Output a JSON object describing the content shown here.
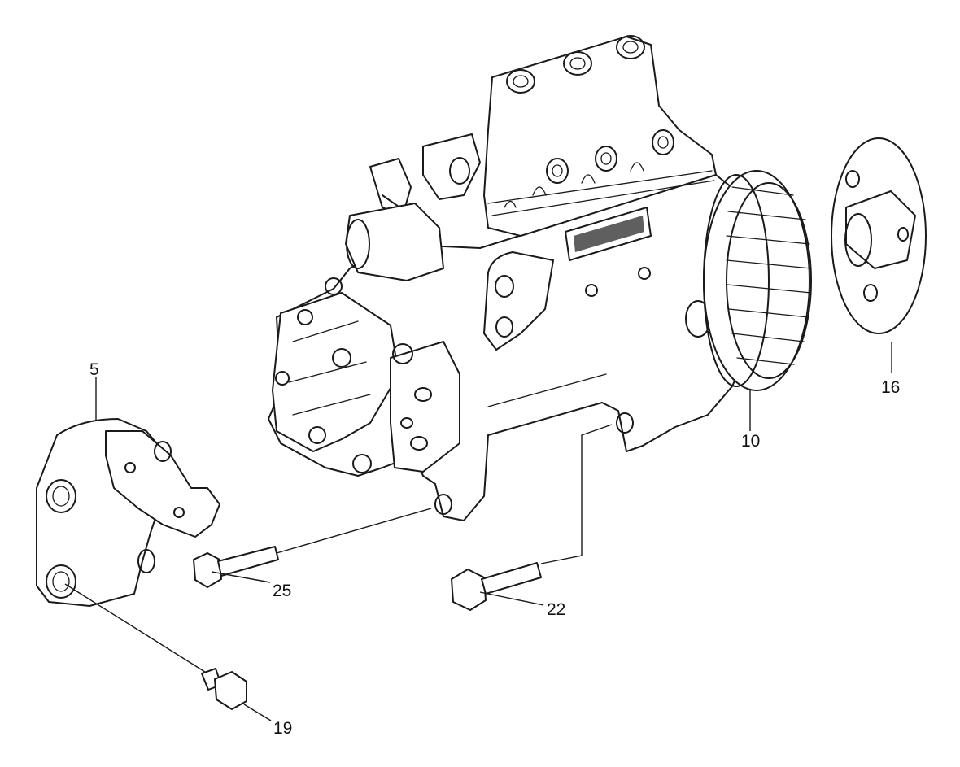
{
  "callouts": {
    "bracket": "5",
    "gear": "10",
    "hub": "16",
    "bolt_lower": "19",
    "bolt_long_right": "22",
    "bolt_long_left": "25"
  }
}
